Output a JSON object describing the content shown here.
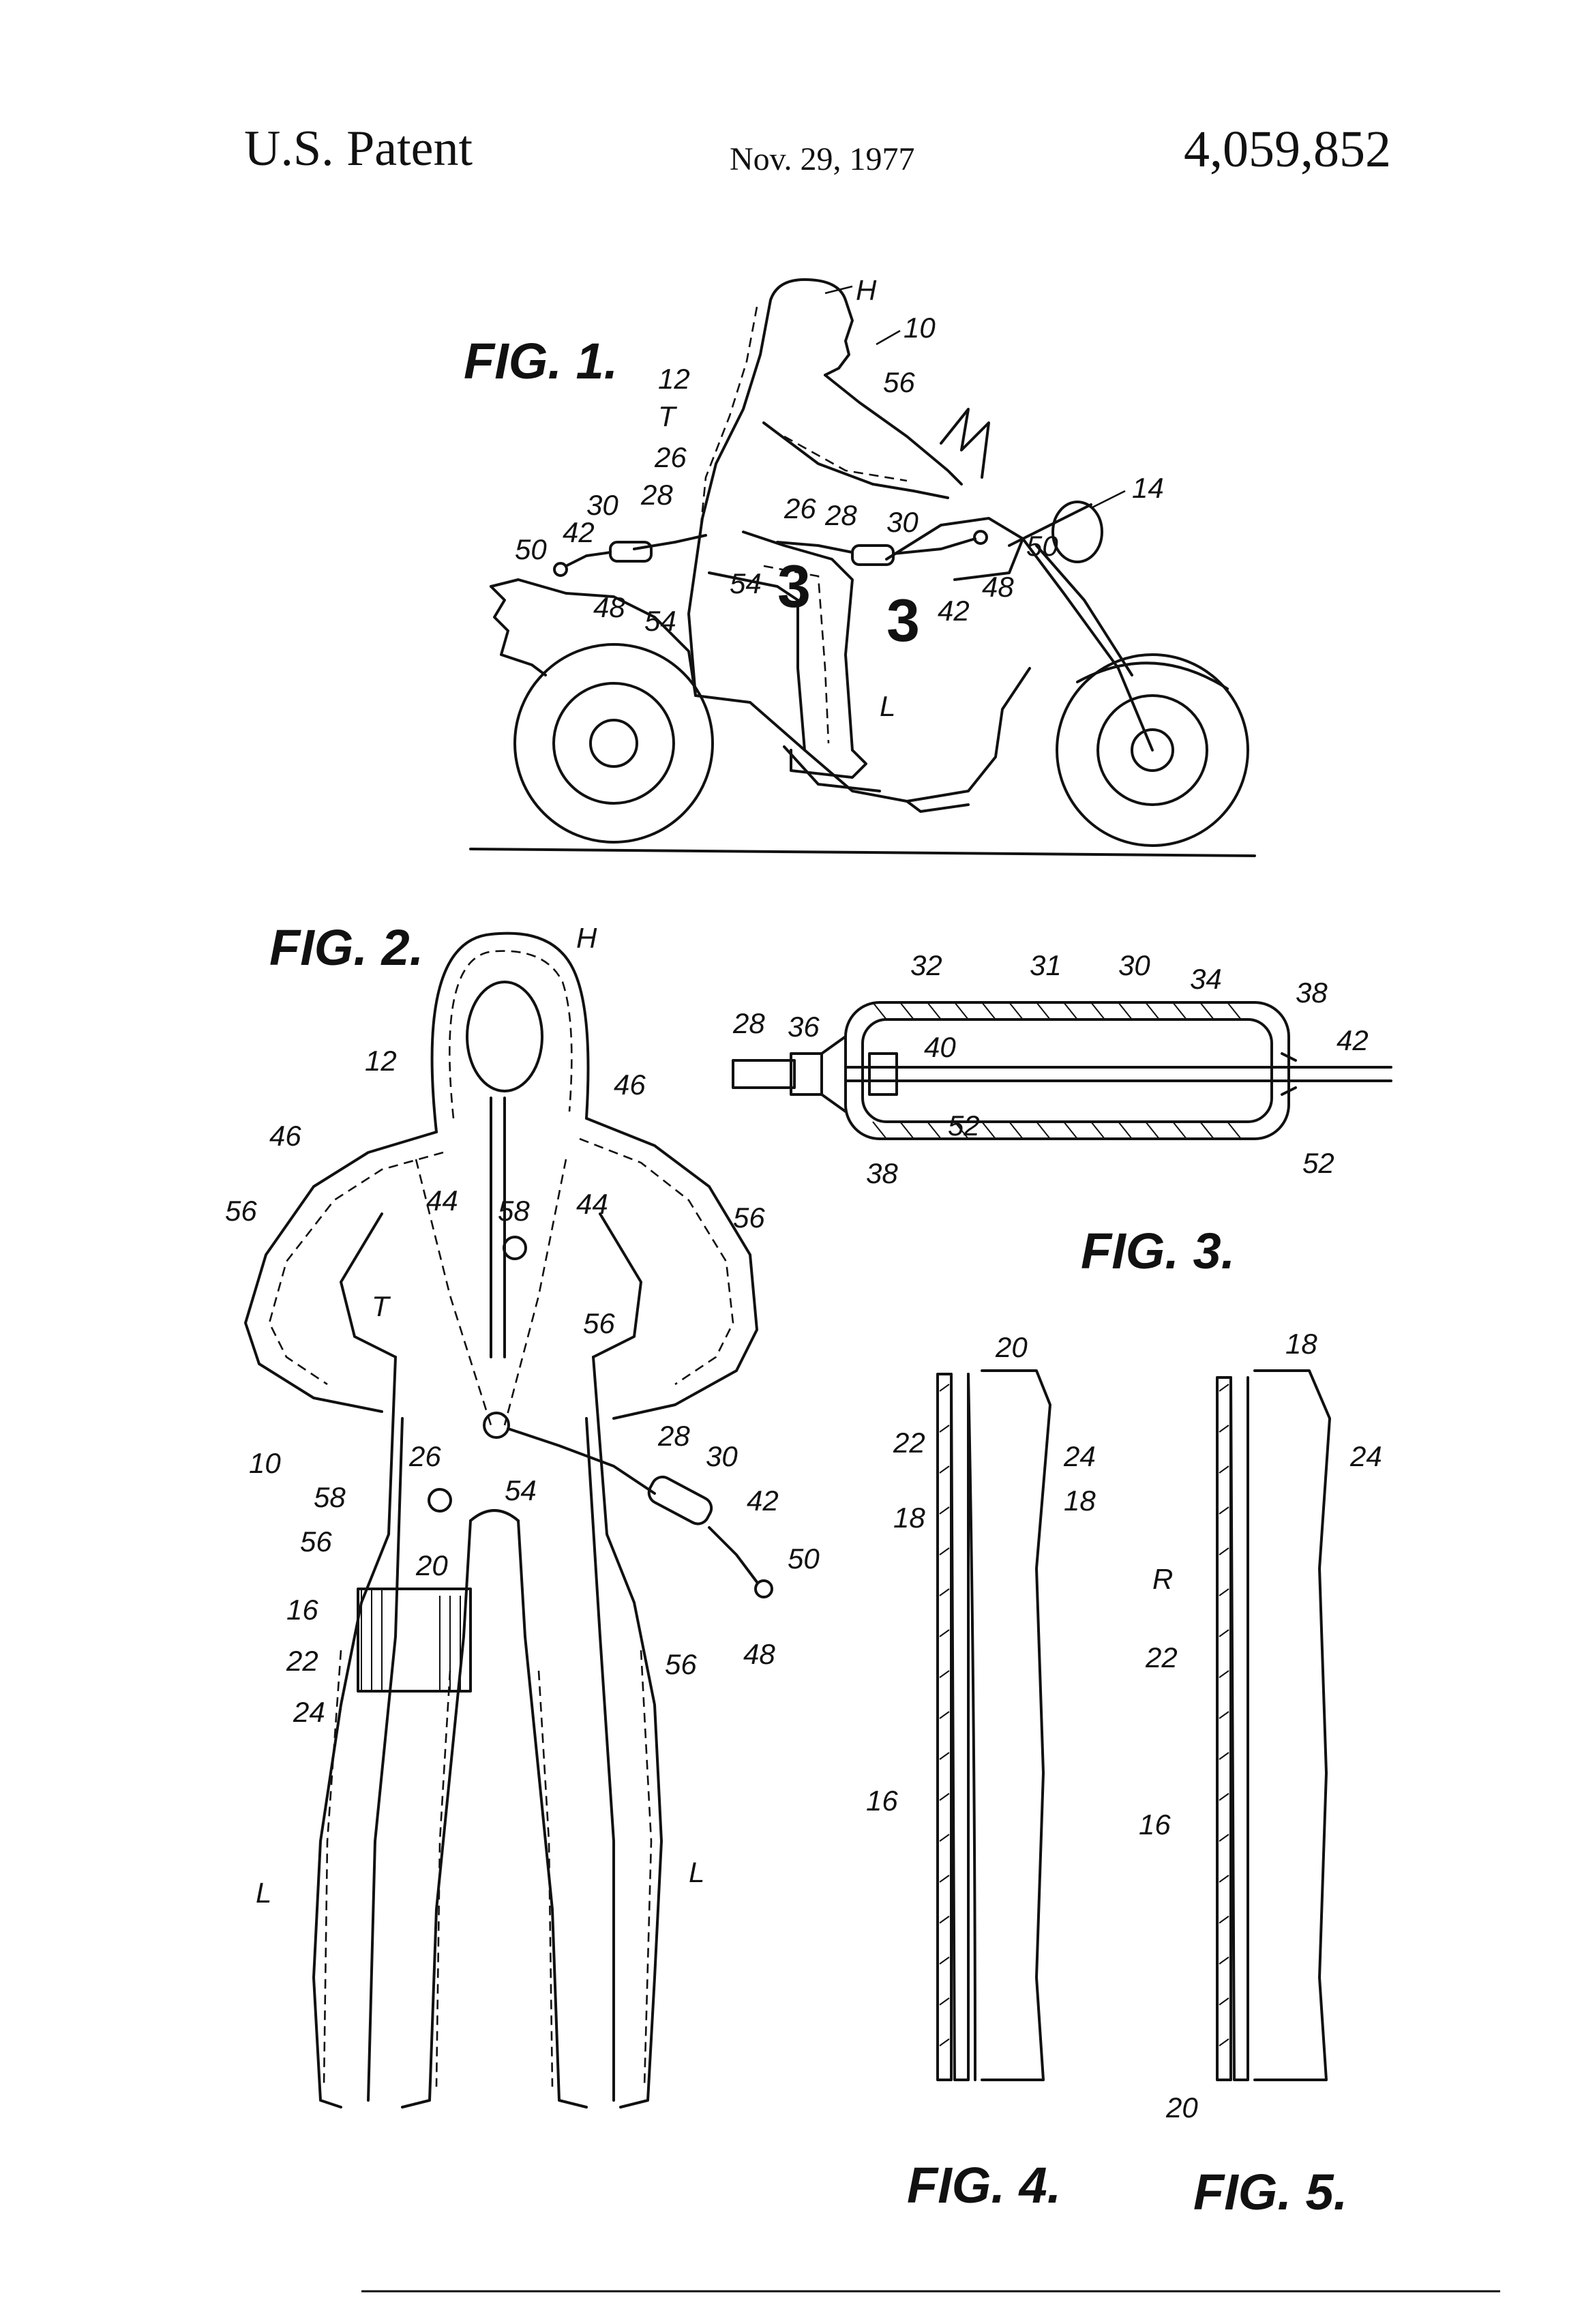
{
  "header": {
    "left": "U.S. Patent",
    "date": "Nov. 29, 1977",
    "number": "4,059,852"
  },
  "figures": {
    "fig1": {
      "title": "FIG. 1.",
      "labels": [
        "H",
        "10",
        "12",
        "T",
        "56",
        "14",
        "26",
        "28",
        "30",
        "42",
        "50",
        "48",
        "54",
        "3",
        "L"
      ]
    },
    "fig2": {
      "title": "FIG. 2.",
      "labels": [
        "H",
        "12",
        "46",
        "44",
        "58",
        "56",
        "T",
        "10",
        "26",
        "54",
        "28",
        "30",
        "42",
        "50",
        "48",
        "16",
        "20",
        "22",
        "24",
        "L"
      ]
    },
    "fig3": {
      "title": "FIG. 3.",
      "labels": [
        "32",
        "31",
        "30",
        "34",
        "38",
        "28",
        "36",
        "40",
        "42",
        "52"
      ]
    },
    "fig4": {
      "title": "FIG. 4.",
      "labels": [
        "20",
        "22",
        "24",
        "18",
        "16"
      ]
    },
    "fig5": {
      "title": "FIG. 5.",
      "labels": [
        "18",
        "24",
        "R",
        "22",
        "16",
        "20"
      ]
    }
  }
}
